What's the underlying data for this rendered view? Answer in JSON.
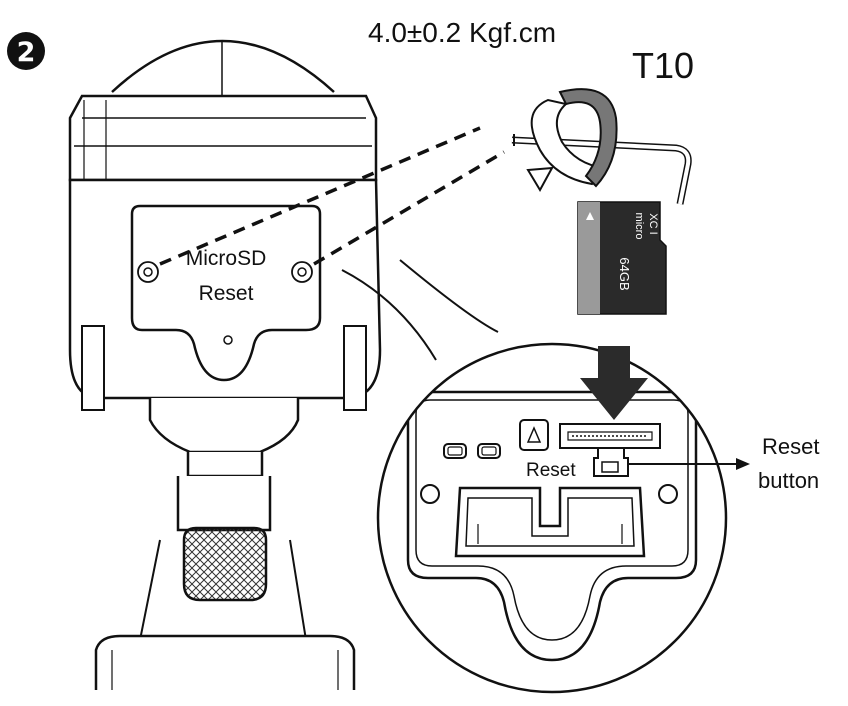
{
  "step": {
    "number": "2"
  },
  "torque": {
    "value": "4.0±0.2 Kgf.cm"
  },
  "tool": {
    "label": "T10"
  },
  "cover": {
    "label_microsd": "MicroSD",
    "label_reset": "Reset"
  },
  "card": {
    "capacity": "64GB",
    "brand": "micro",
    "class": "XC I"
  },
  "detail": {
    "reset_label": "Reset"
  },
  "callout": {
    "line1": "Reset",
    "line2": "button"
  },
  "colors": {
    "line": "#111111",
    "card": "#2a2a2a",
    "arrow": "#2b2b2b"
  }
}
